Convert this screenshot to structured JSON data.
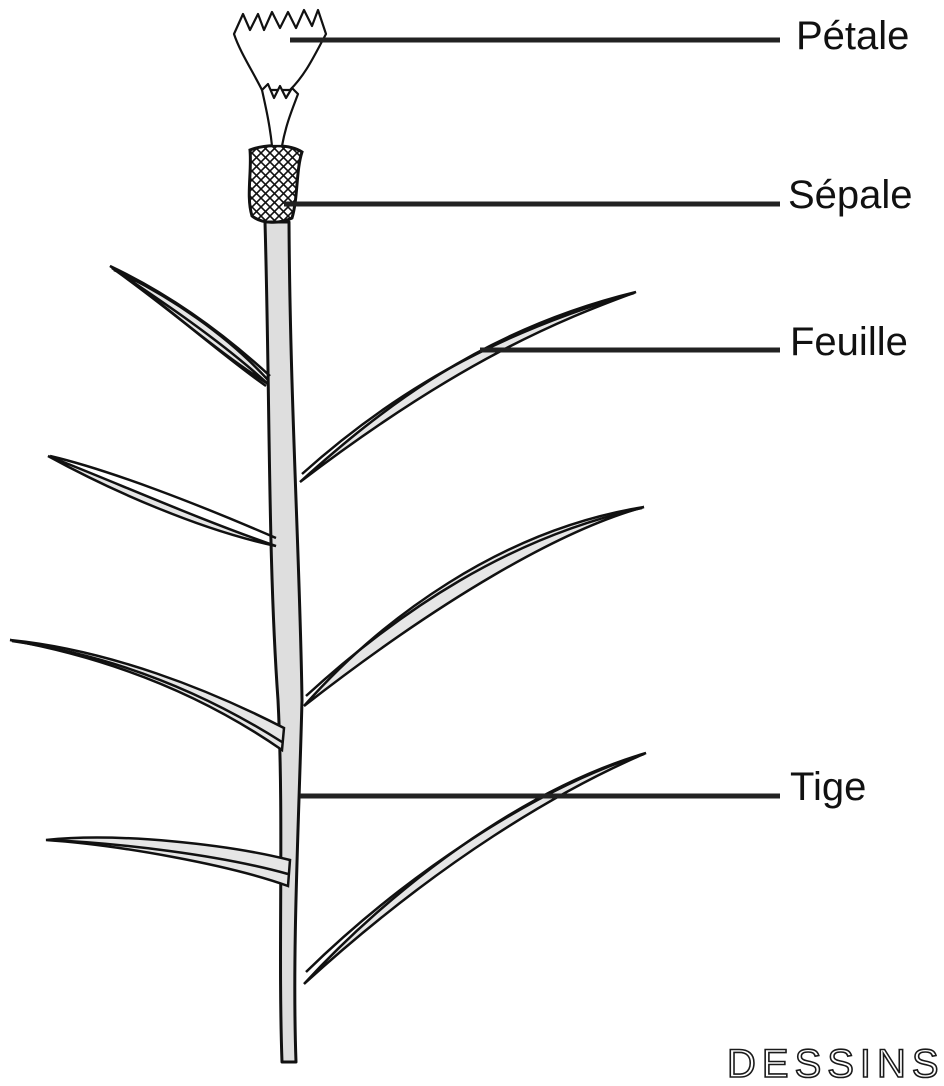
{
  "labels": {
    "petale": "Pétale",
    "sepale": "Sépale",
    "feuille": "Feuille",
    "tige": "Tige"
  },
  "corner_text": "DESSINS",
  "colors": {
    "background": "#ffffff",
    "ink": "#111111",
    "stem_fill": "#dedede",
    "leaf_fill": "#e6e6e6"
  }
}
